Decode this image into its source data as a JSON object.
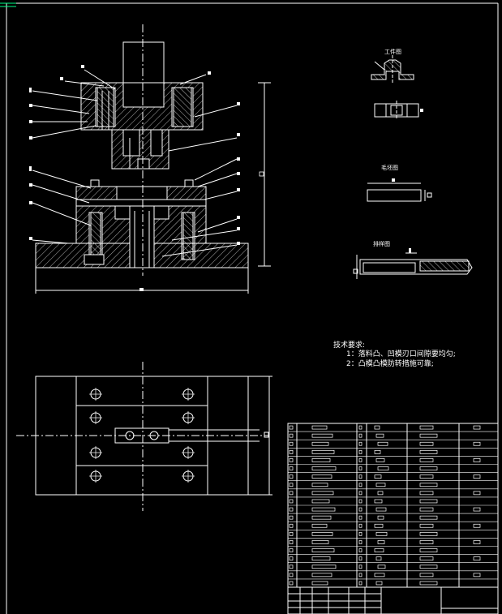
{
  "colors": {
    "background": "#000000",
    "line": "#ffffff",
    "dim": "#ffffff",
    "center": "#ffffff",
    "corner_accent": "#00ff88"
  },
  "views": {
    "workpiece_label": "工件图",
    "blank_label": "毛坯图",
    "strip_label": "排样图"
  },
  "tech_requirements": {
    "title": "技术要求:",
    "items": [
      "1：落料凸、凹模刃口间隙要均匀;",
      "2：凸模凸模防转措施可靠;"
    ]
  },
  "bom_rows": 20
}
